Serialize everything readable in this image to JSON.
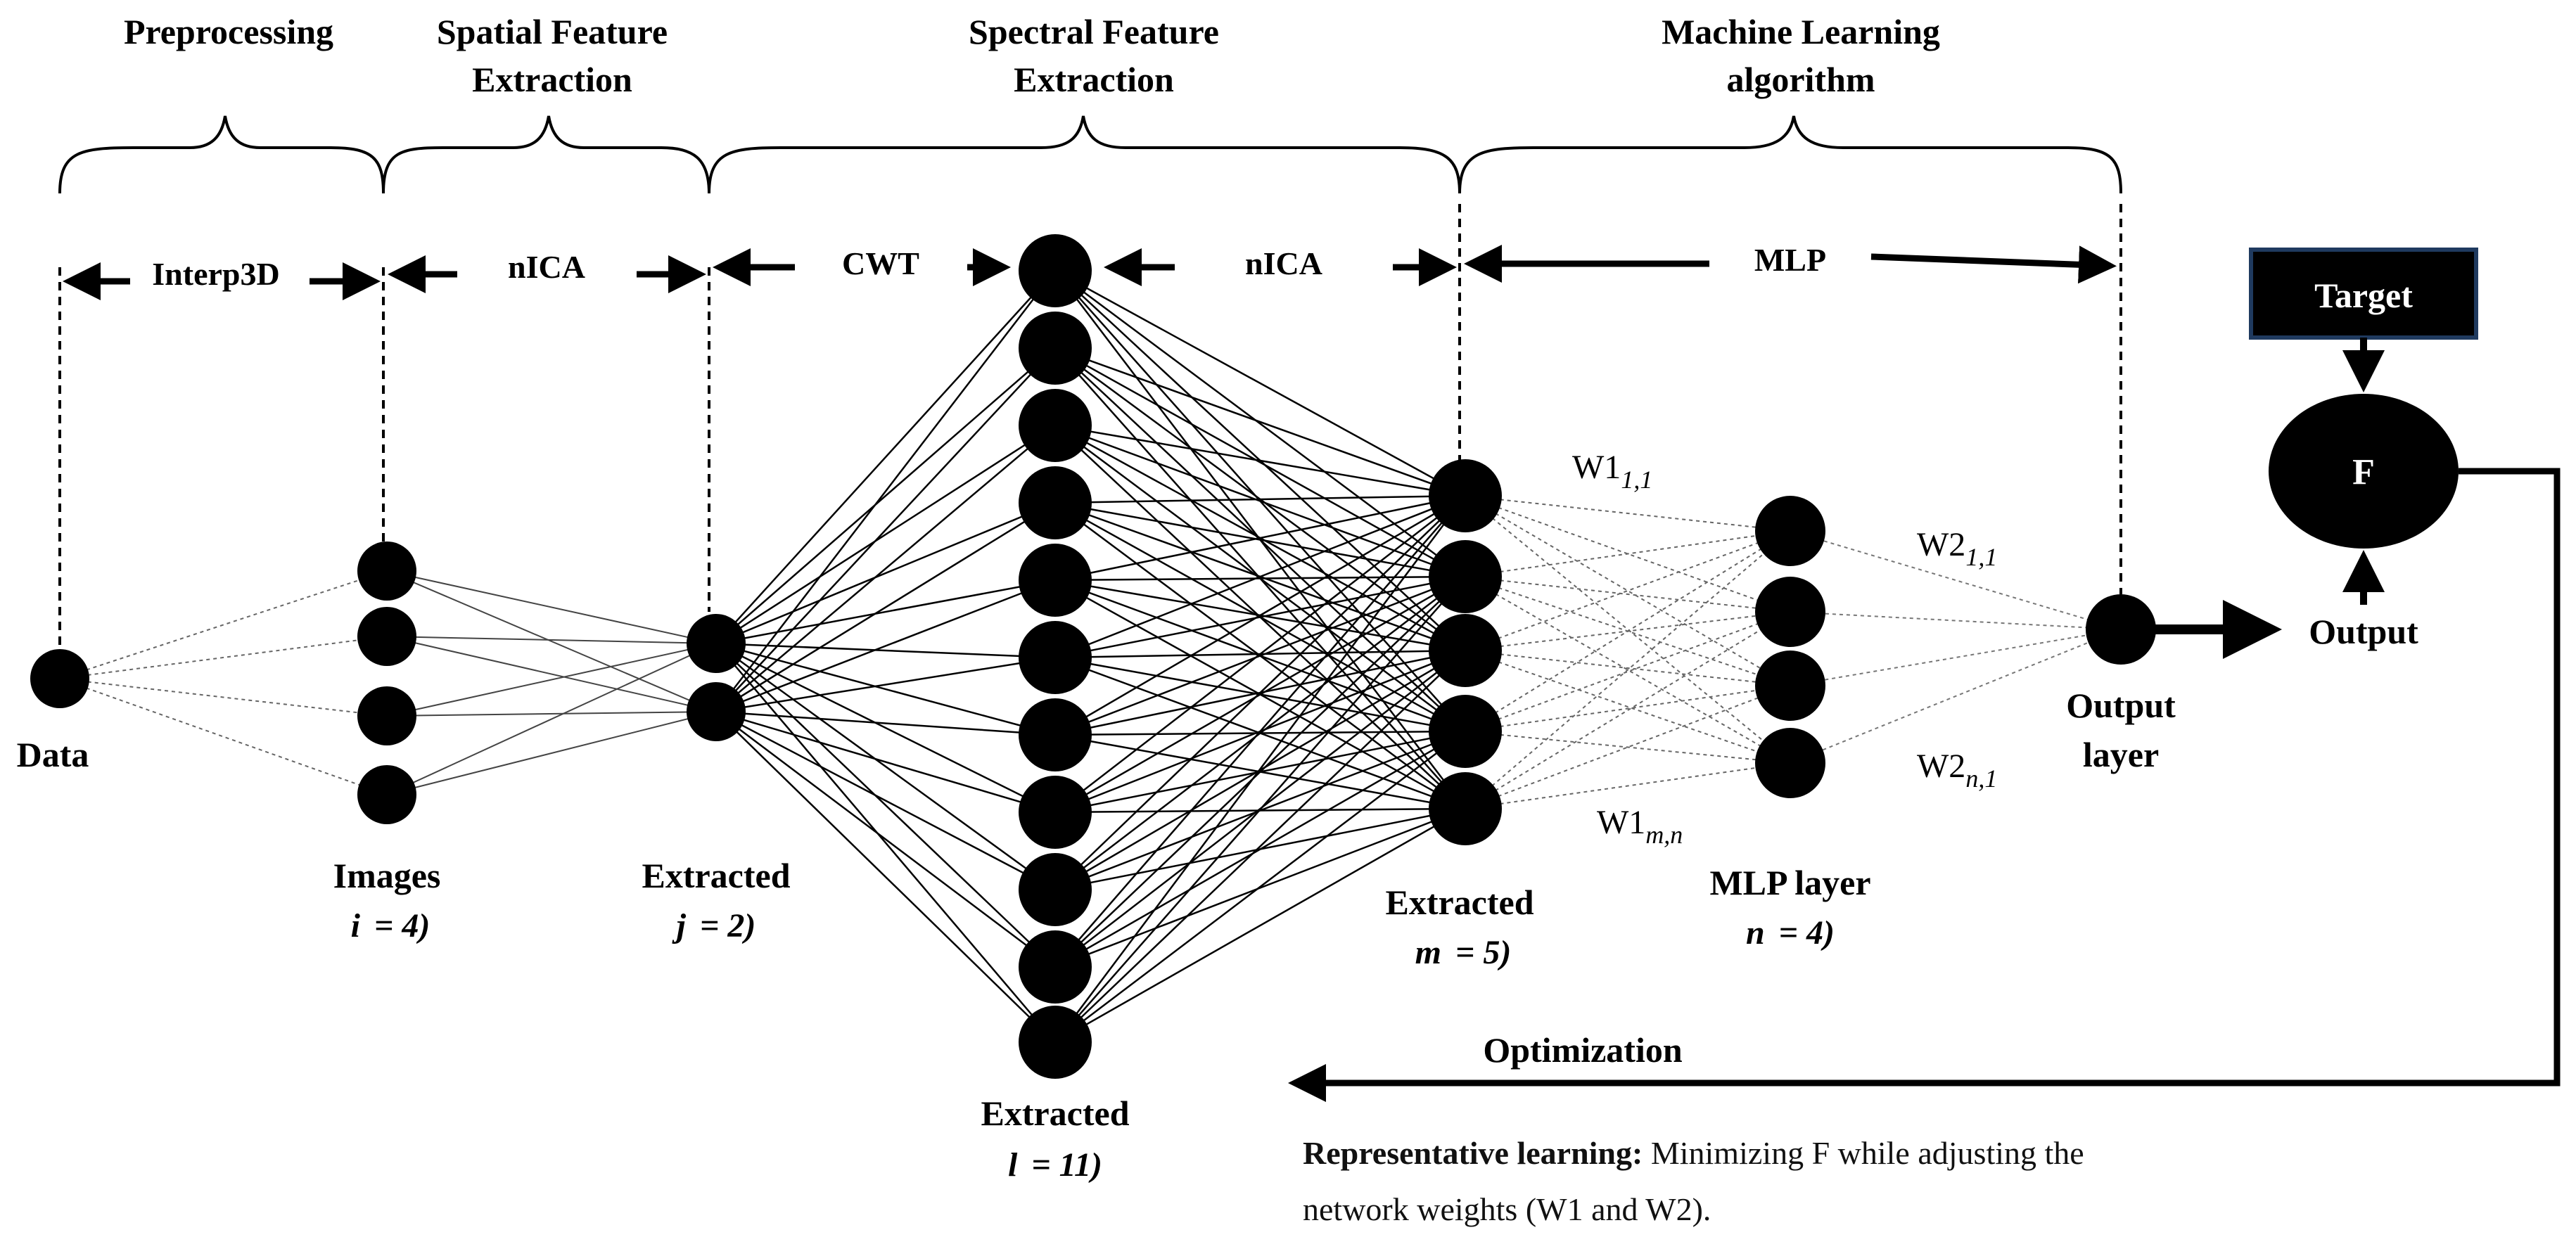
{
  "stages": [
    {
      "id": "preprocessing",
      "lines": [
        "Preprocessing"
      ]
    },
    {
      "id": "spatial",
      "lines": [
        "Spatial Feature",
        "Extraction"
      ]
    },
    {
      "id": "spectral",
      "lines": [
        "Spectral Feature",
        "Extraction"
      ]
    },
    {
      "id": "ml",
      "lines": [
        "Machine Learning",
        "algorithm"
      ]
    }
  ],
  "steps": {
    "interp3d": "Interp3D",
    "nica1": "nICA",
    "cwt": "CWT",
    "nica2": "nICA",
    "mlp": "MLP"
  },
  "layers": [
    {
      "id": "data",
      "count": 1,
      "label": "Data",
      "sub": ""
    },
    {
      "id": "images",
      "count": 4,
      "label": "Images",
      "sub_var": "i",
      "sub_val": "= 4"
    },
    {
      "id": "extracted_j",
      "count": 2,
      "label": "Extracted",
      "sub_var": "j",
      "sub_val": "= 2"
    },
    {
      "id": "extracted_l",
      "count": 11,
      "label": "Extracted",
      "sub_var": "l",
      "sub_val": "= 11"
    },
    {
      "id": "extracted_m",
      "count": 5,
      "label": "Extracted",
      "sub_var": "m",
      "sub_val": "= 5"
    },
    {
      "id": "mlp_layer",
      "count": 4,
      "label": "MLP layer",
      "sub_var": "n",
      "sub_val": "= 4"
    },
    {
      "id": "output_layer",
      "count": 1,
      "label_lines": [
        "Output",
        "layer"
      ]
    }
  ],
  "weights": {
    "w1_11": {
      "base": "W1",
      "sub": "1,1"
    },
    "w1_mn": {
      "base": "W1",
      "sub": "m,n"
    },
    "w2_11": {
      "base": "W2",
      "sub": "1,1"
    },
    "w2_n1": {
      "base": "W2",
      "sub": "n,1"
    }
  },
  "loss": {
    "target": "Target",
    "function": "F",
    "output": "Output",
    "optimization": "Optimization"
  },
  "note": {
    "bold": "Representative learning:",
    "line1_rest": " Minimizing F while adjusting the",
    "line2": "network weights (W1 and W2)."
  },
  "colors": {
    "ink": "#000000",
    "target_border": "#1f3a5f"
  }
}
